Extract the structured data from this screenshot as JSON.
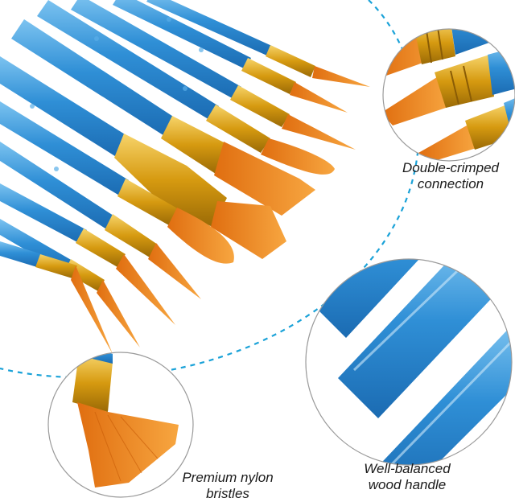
{
  "captions": {
    "crimped": {
      "line1": "Double-crimped",
      "line2": "connection"
    },
    "bristles": {
      "line1": "Premium nylon",
      "line2": "bristles"
    },
    "handle": {
      "line1": "Well-balanced",
      "line2": "wood handle"
    }
  },
  "colors": {
    "handle_blue": "#2f8fd6",
    "handle_light": "#7cc3f0",
    "ferrule_gold": "#d69a10",
    "bristle_orange": "#f08a1c",
    "dashed_line": "#1aa2d8",
    "circle_border": "#9a9a9a"
  }
}
